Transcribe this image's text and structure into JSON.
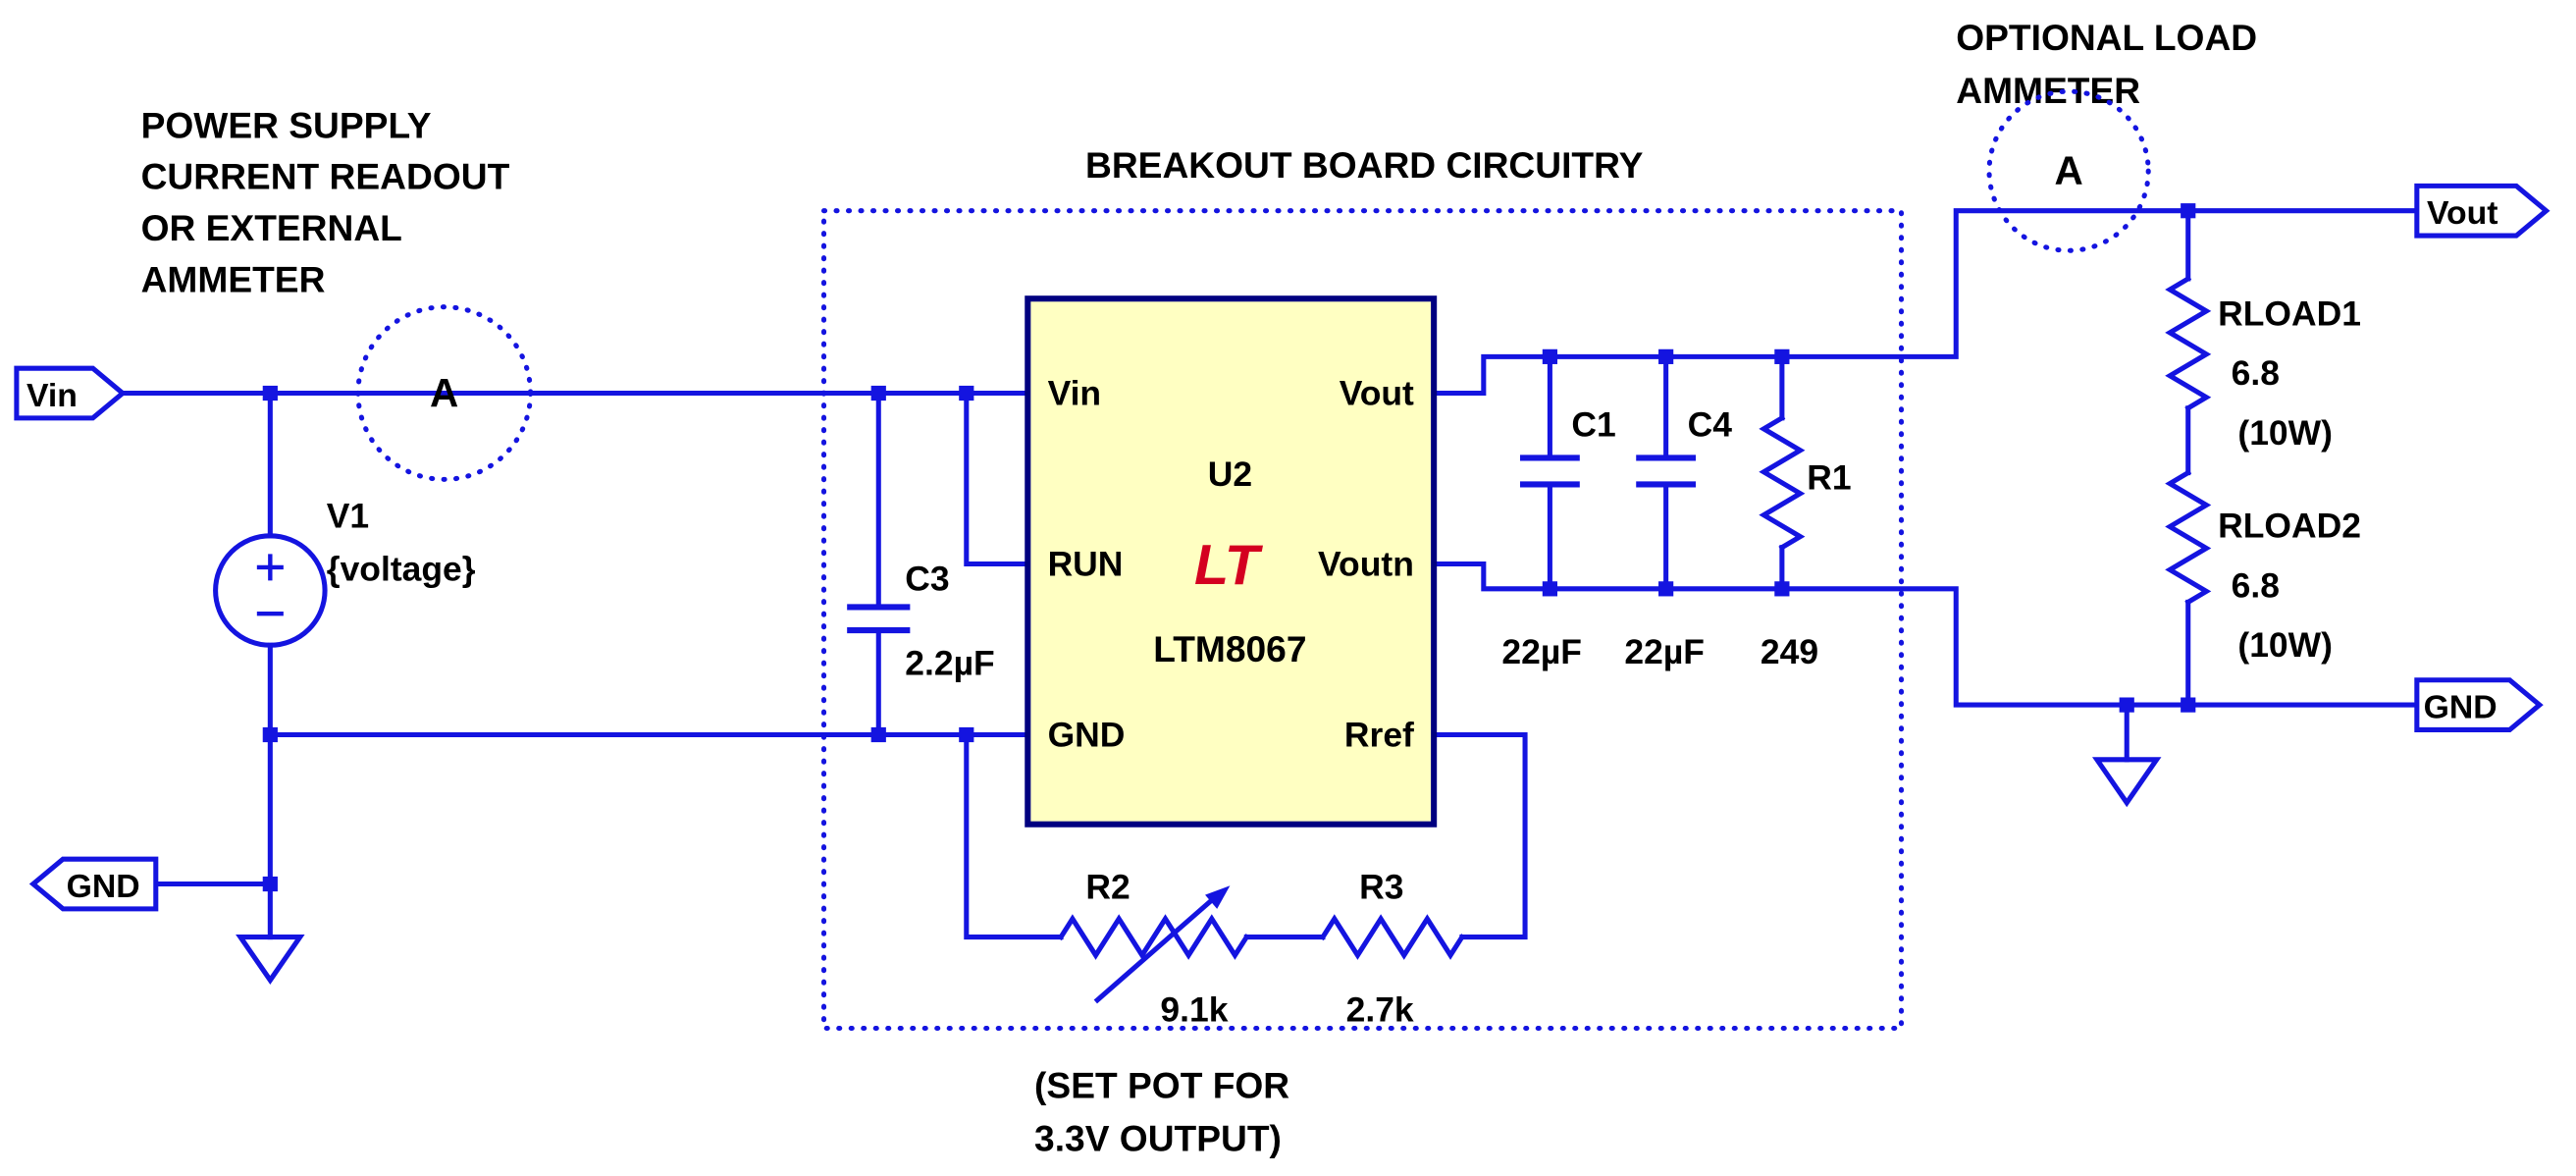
{
  "diagram": {
    "notes": {
      "power_supply": [
        "POWER SUPPLY",
        "CURRENT READOUT",
        "OR EXTERNAL",
        "AMMETER"
      ],
      "breakout_title": "BREAKOUT BOARD CIRCUITRY",
      "optional_load": [
        "OPTIONAL LOAD",
        "AMMETER"
      ],
      "set_pot": [
        "(SET POT FOR",
        "3.3V OUTPUT)"
      ]
    },
    "ports": {
      "vin": "Vin",
      "gnd_left": "GND",
      "vout": "Vout",
      "gnd_right": "GND"
    },
    "ammeters": {
      "left": "A",
      "right": "A"
    },
    "components": {
      "v1": {
        "ref": "V1",
        "value": "{voltage}"
      },
      "c3": {
        "ref": "C3",
        "value": "2.2µF"
      },
      "u2": {
        "ref": "U2",
        "part": "LTM8067",
        "logo": "LT",
        "pins": {
          "vin": "Vin",
          "run": "RUN",
          "gnd": "GND",
          "vout": "Vout",
          "voutn": "Voutn",
          "rref": "Rref"
        }
      },
      "r2": {
        "ref": "R2",
        "value": "9.1k"
      },
      "r3": {
        "ref": "R3",
        "value": "2.7k"
      },
      "c1": {
        "ref": "C1",
        "value": "22µF"
      },
      "c4": {
        "ref": "C4",
        "value": "22µF"
      },
      "r1": {
        "ref": "R1",
        "value": "249"
      },
      "rload1": {
        "ref": "RLOAD1",
        "value": "6.8",
        "power": "(10W)"
      },
      "rload2": {
        "ref": "RLOAD2",
        "value": "6.8",
        "power": "(10W)"
      }
    },
    "colors": {
      "wire": "#1414e0",
      "text": "#000000",
      "chip_fill": "#ffffc2",
      "chip_border": "#000080",
      "logo_red": "#d40020",
      "background": "#ffffff"
    }
  }
}
